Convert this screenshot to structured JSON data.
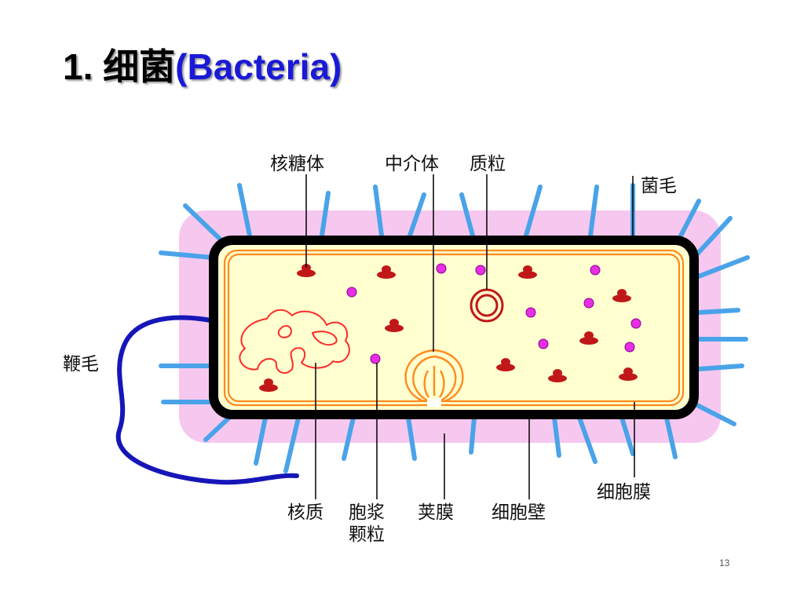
{
  "title": {
    "number": "1.",
    "chinese": "细菌",
    "english": "(Bacteria)"
  },
  "labels": {
    "ribosome": "核糖体",
    "mesosome": "中介体",
    "plasmid": "质粒",
    "pilus": "菌毛",
    "flagellum": "鞭毛",
    "nucleoid": "核质",
    "granule_line1": "胞浆",
    "granule_line2": "颗粒",
    "capsule": "荚膜",
    "cell_wall": "细胞壁",
    "cell_membrane": "细胞膜"
  },
  "colors": {
    "capsule": "#f6c8f0",
    "wall": "#000000",
    "membrane": "#ff8a1e",
    "cytoplasm": "#ffffd0",
    "pili": "#4aa3e8",
    "flagellum": "#1616b8",
    "ribosome": "#c01818",
    "granule": "#e62ee6",
    "nucleoid": "#ff2a2a",
    "title_blue": "#1a1ad6"
  },
  "page_number": "13"
}
